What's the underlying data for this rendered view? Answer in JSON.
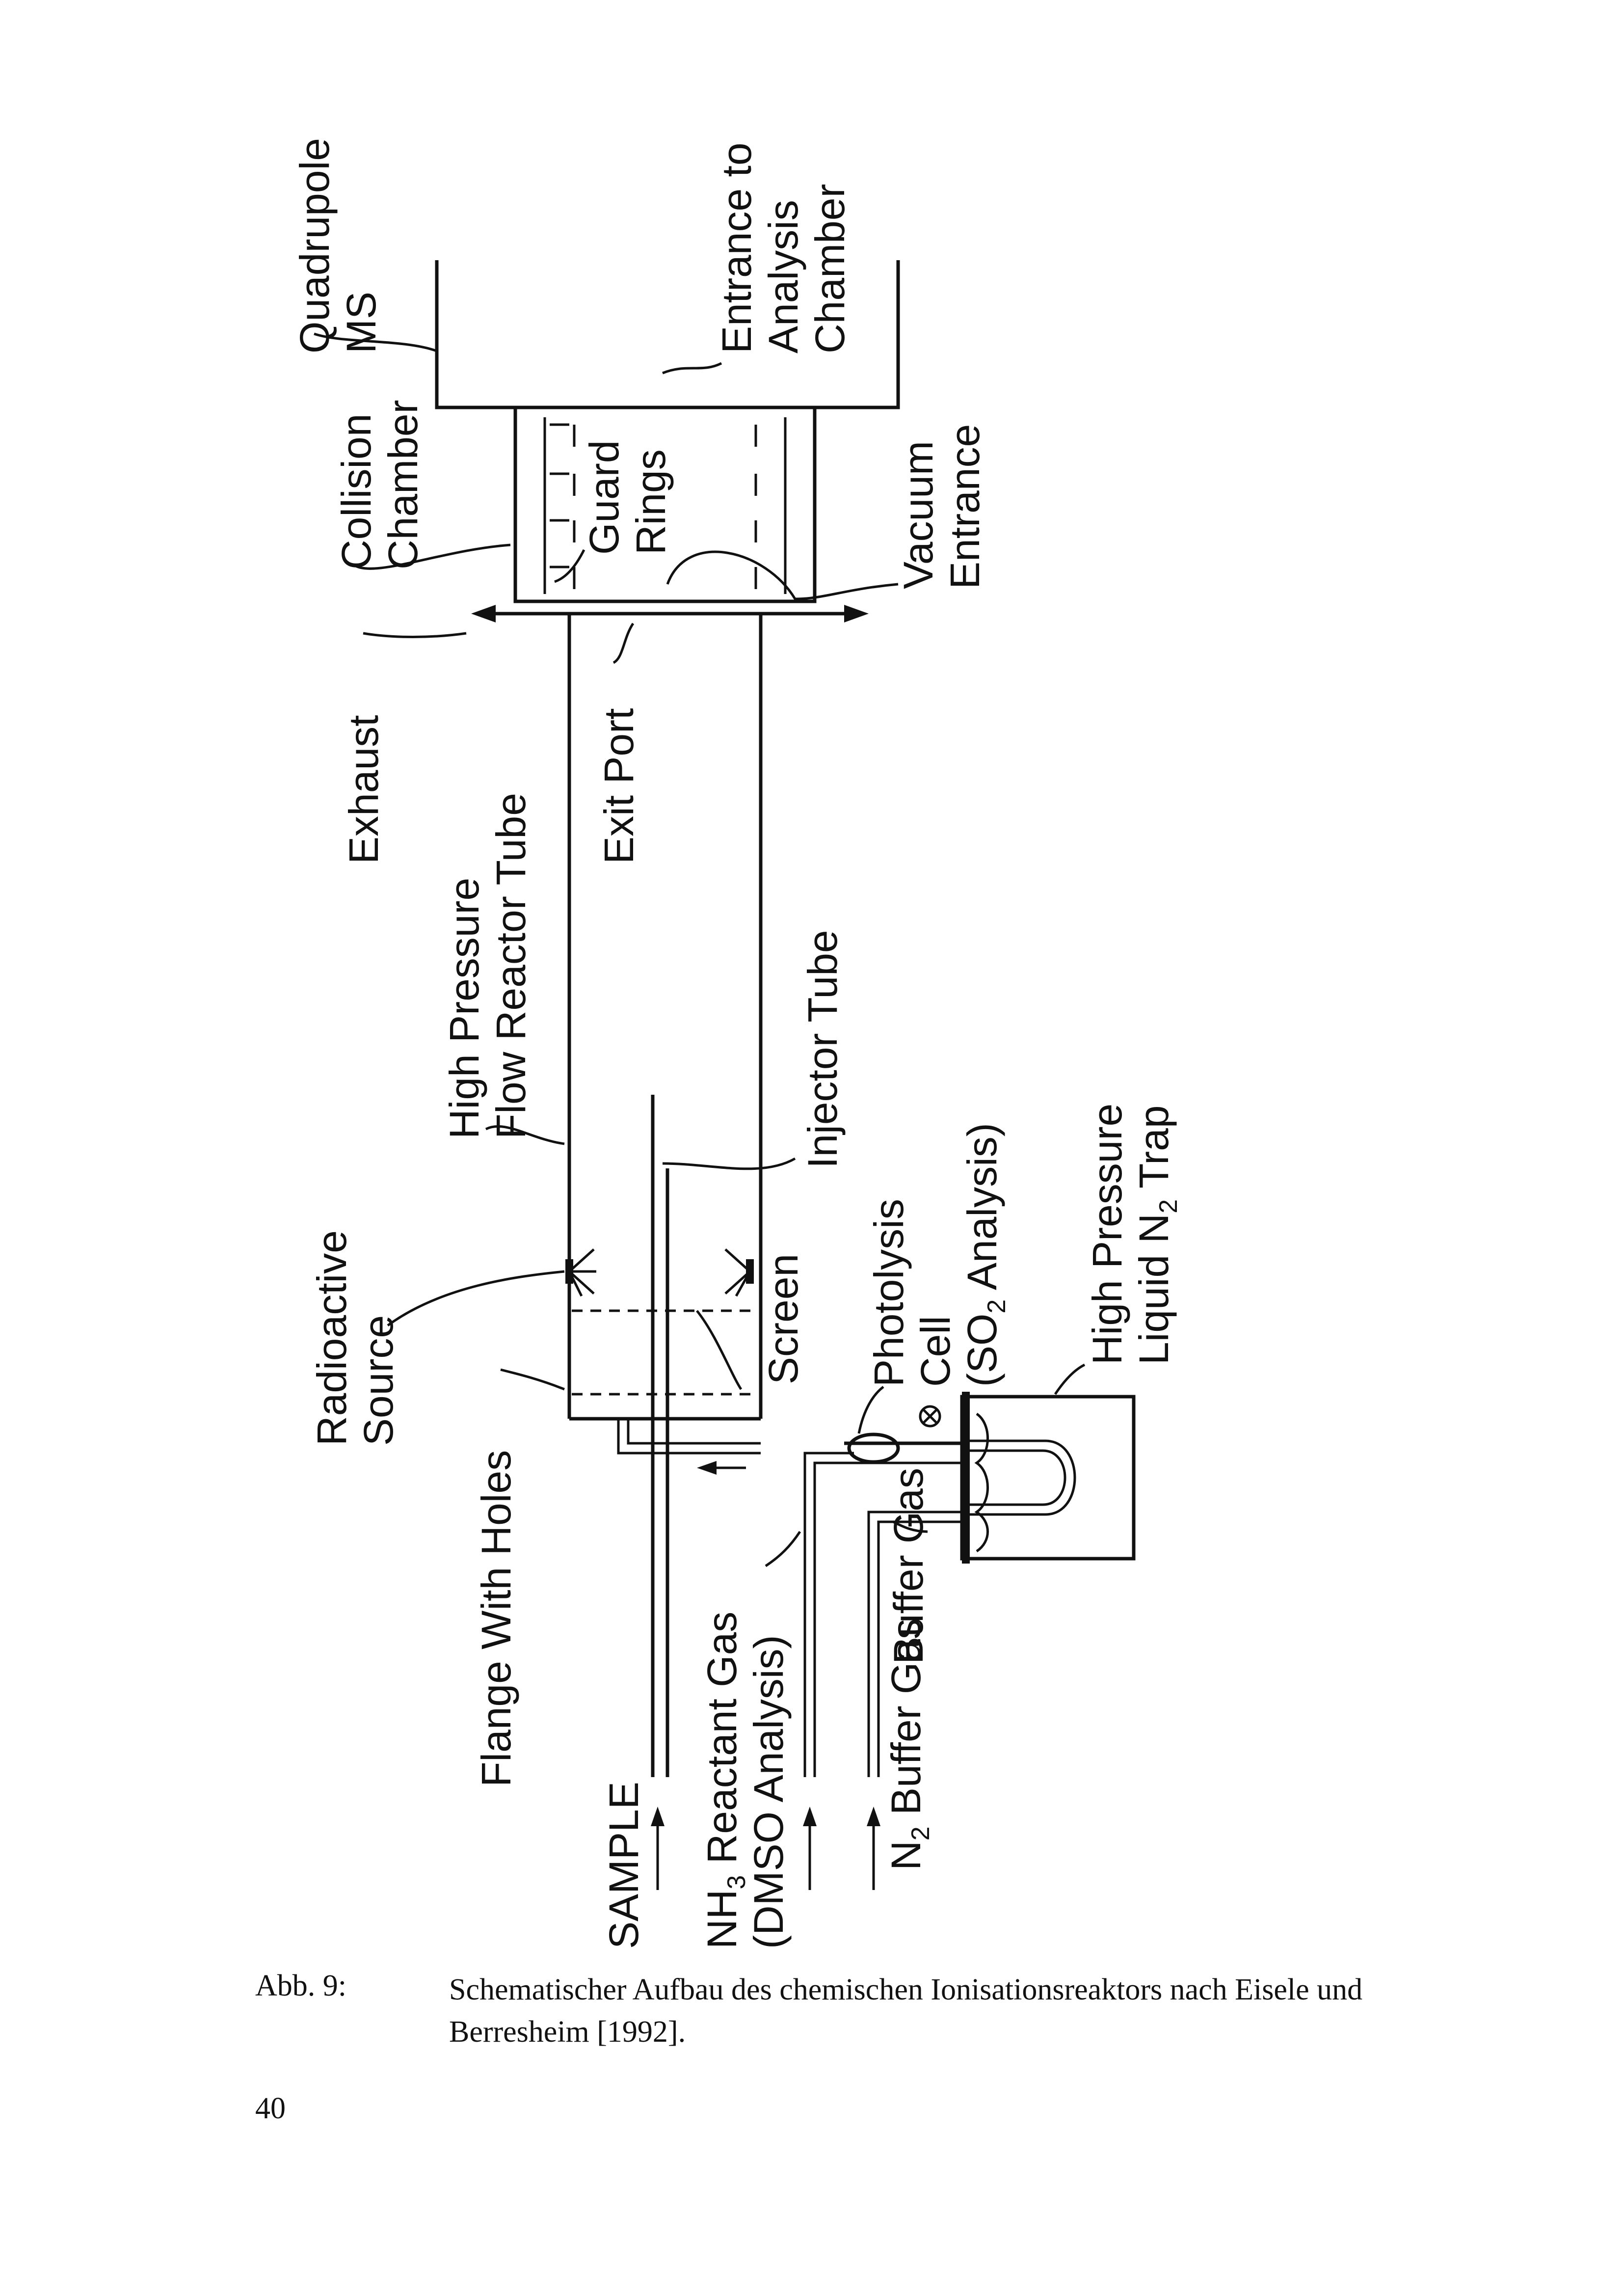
{
  "labels": {
    "quadrupole_ms": [
      "Quadrupole",
      "MS"
    ],
    "entrance_analysis": [
      "Entrance to",
      "Analysis",
      "Chamber"
    ],
    "collision_chamber": [
      "Collision",
      "Chamber"
    ],
    "guard_rings": [
      "Guard",
      "Rings"
    ],
    "vacuum_entrance": [
      "Vacuum",
      "Entrance"
    ],
    "exhaust": "Exhaust",
    "exit_port": "Exit Port",
    "high_pressure_flow_reactor": [
      "High Pressure",
      "Flow Reactor Tube"
    ],
    "injector_tube": "Injector Tube",
    "photolysis_cell": {
      "line1": "Photolysis",
      "line2": "Cell",
      "line3_pre": "(SO",
      "line3_sub": "2",
      "line3_post": " Analysis)"
    },
    "n2_trap": {
      "line1": "High Pressure",
      "line2_pre": "Liquid N",
      "line2_sub": "2",
      "line2_post": " Trap"
    },
    "radioactive_source": [
      "Radioactive",
      "Source"
    ],
    "screen": "Screen",
    "flange_with_holes": "Flange With Holes",
    "reactant_gas": {
      "pre": "NH",
      "sub": "3",
      "post": " Reactant Gas",
      "line2": "(DMSO Analysis)"
    },
    "buffer_gas": "Buffer Gas",
    "sample": "SAMPLE",
    "n2_buffer": {
      "pre": "N",
      "sub": "2",
      "post": " Buffer Gas"
    }
  },
  "caption": {
    "label": "Abb. 9:",
    "text": "Schematischer Aufbau des chemischen Ionisationsreaktors nach Eisele und Berresheim [1992]."
  },
  "page_number": "40"
}
